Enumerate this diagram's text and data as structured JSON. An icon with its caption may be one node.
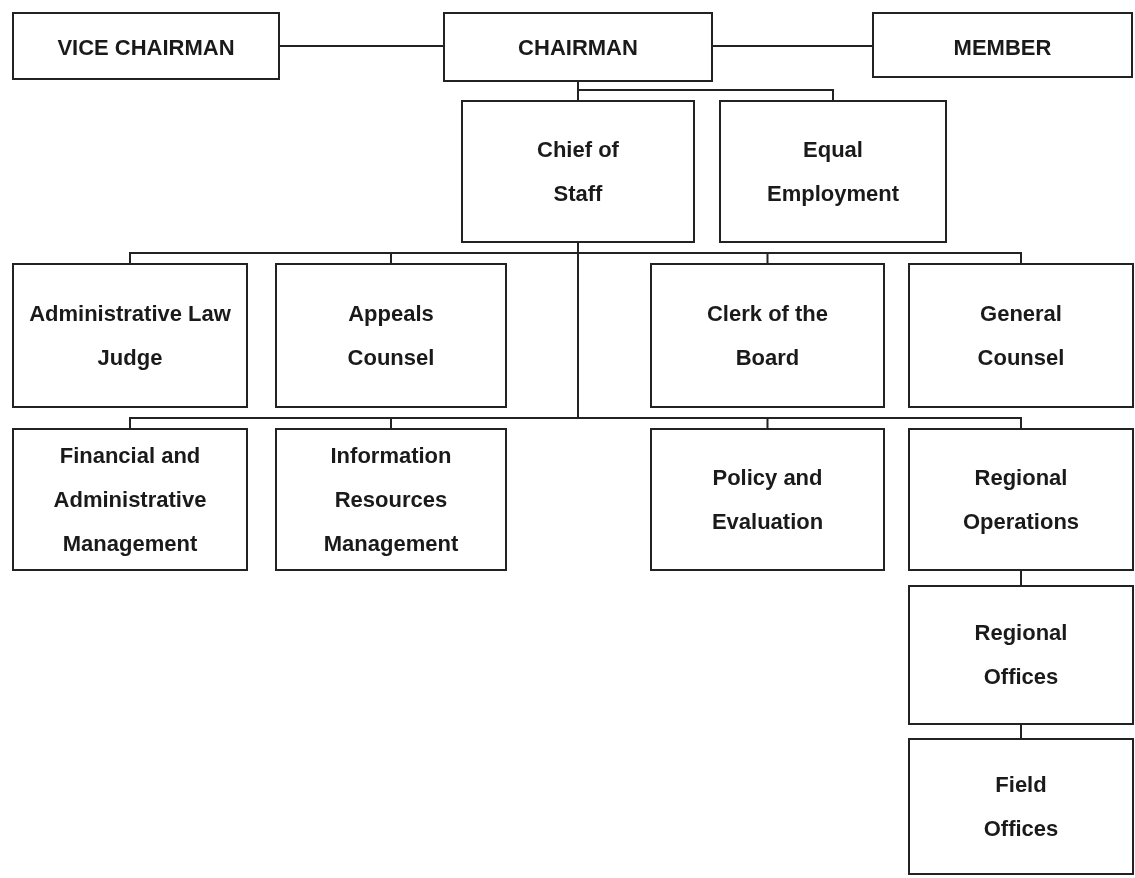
{
  "diagram": {
    "nodes": [
      {
        "text": [
          "VICE CHAIRMAN"
        ]
      },
      {
        "text": [
          "CHAIRMAN"
        ]
      },
      {
        "text": [
          "MEMBER"
        ]
      },
      {
        "text": [
          "Chief of Staff"
        ]
      },
      {
        "text": [
          "Equal Employment"
        ]
      },
      {
        "text": [
          "Administrative Law Judge"
        ]
      },
      {
        "text": [
          "Appeals Counsel"
        ]
      },
      {
        "text": [
          "Clerk of the Board"
        ]
      },
      {
        "text": [
          "General Counsel"
        ]
      },
      {
        "text": [
          "Financial and Administrative Management"
        ]
      },
      {
        "text": [
          "Information Resources Management"
        ]
      },
      {
        "text": [
          "Policy and Evaluation"
        ]
      },
      {
        "text": [
          "Regional Operations"
        ]
      },
      {
        "text": [
          "Regional Offices"
        ]
      },
      {
        "text": [
          "Field Offices"
        ]
      }
    ],
    "edges": [
      {
        "from": 0,
        "to": 1,
        "arrow": "none"
      },
      {
        "from": 1,
        "to": 2,
        "arrow": "none"
      },
      {
        "from": 1,
        "to": 3,
        "arrow": "none"
      },
      {
        "from": 1,
        "to": 4,
        "arrow": "none"
      },
      {
        "from": 3,
        "to": 5,
        "arrow": "none"
      },
      {
        "from": 3,
        "to": 6,
        "arrow": "none"
      },
      {
        "from": 3,
        "to": 7,
        "arrow": "none"
      },
      {
        "from": 3,
        "to": 8,
        "arrow": "none"
      },
      {
        "from": 3,
        "to": 9,
        "arrow": "none"
      },
      {
        "from": 3,
        "to": 10,
        "arrow": "none"
      },
      {
        "from": 3,
        "to": 11,
        "arrow": "none"
      },
      {
        "from": 3,
        "to": 12,
        "arrow": "none"
      },
      {
        "from": 12,
        "to": 13,
        "arrow": "none"
      },
      {
        "from": 13,
        "to": 14,
        "arrow": "none"
      }
    ]
  }
}
